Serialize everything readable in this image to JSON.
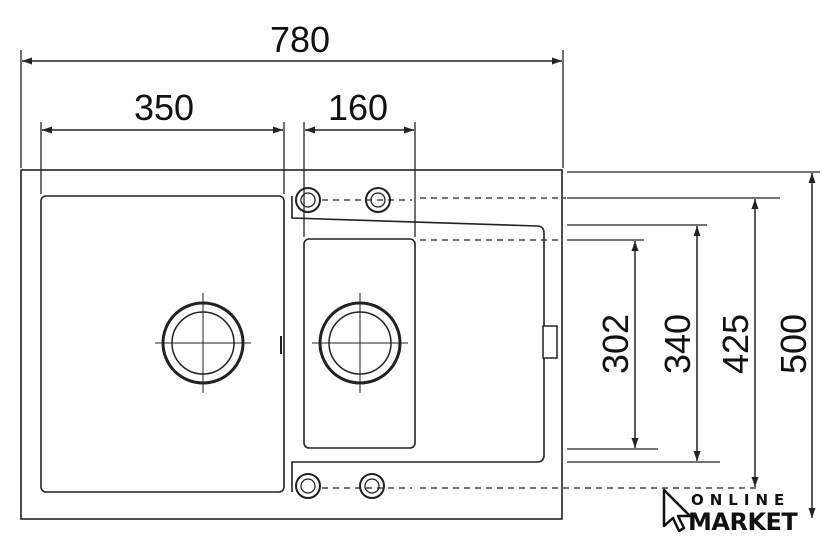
{
  "dimensions": {
    "overall_width": "780",
    "main_bowl_width": "350",
    "small_bowl_width": "160",
    "small_bowl_height": "302",
    "inner_height": "340",
    "bowl_area_height": "425",
    "overall_depth": "500"
  },
  "logo": {
    "line1": "ONLINE",
    "line2": "MARKET"
  },
  "icons": [
    "cursor-arrow-icon"
  ],
  "colors": {
    "line": "#222222",
    "text": "#111111",
    "background": "#ffffff"
  }
}
